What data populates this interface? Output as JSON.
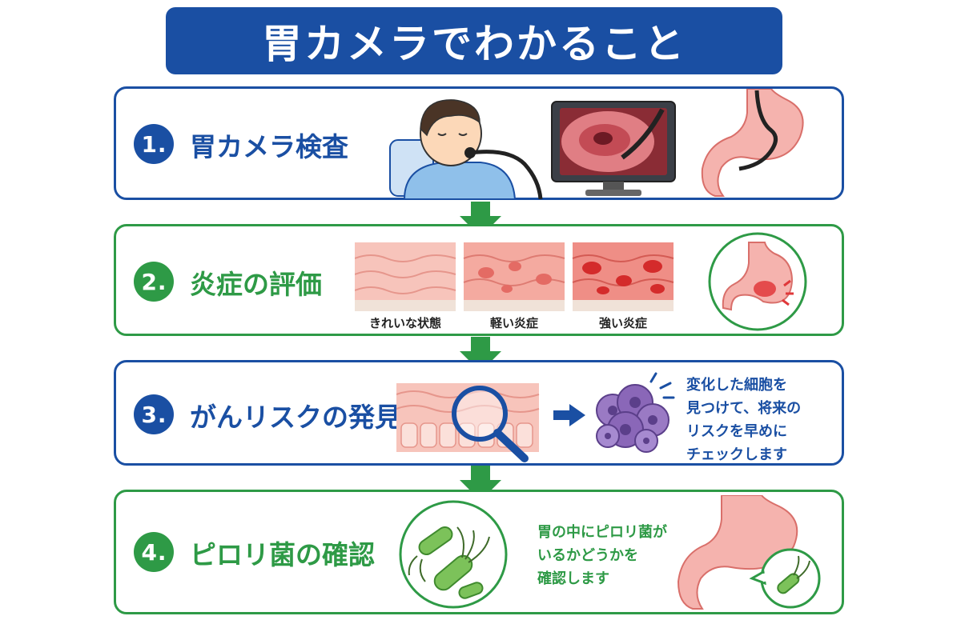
{
  "title": "胃カメラでわかること",
  "steps": [
    {
      "number": "1",
      "title": "胃カメラ検査",
      "theme": "#1a4fa3"
    },
    {
      "number": "2",
      "title": "炎症の評価",
      "theme": "#2e9a46",
      "panels": [
        "きれいな状態",
        "軽い炎症",
        "強い炎症"
      ]
    },
    {
      "number": "3",
      "title": "がんリスクの発見",
      "theme": "#1a4fa3",
      "description": [
        "変化した細胞を",
        "見つけて、将来の",
        "リスクを早めに",
        "チェックします"
      ]
    },
    {
      "number": "4",
      "title": "ピロリ菌の確認",
      "theme": "#2e9a46",
      "description": [
        "胃の中にピロリ菌が",
        "いるかどうかを",
        "確認します"
      ]
    }
  ],
  "icons": [
    "patient-icon",
    "endoscope-monitor-icon",
    "stomach-icon",
    "mucosa-panel-icon",
    "inflamed-stomach-icon",
    "magnifier-icon",
    "cancer-cell-icon",
    "bacteria-icon",
    "arrow-down-icon",
    "arrow-right-icon"
  ],
  "colors": {
    "blue": "#1a4fa3",
    "green": "#2e9a46",
    "stomach_pink": "#f2a0a0",
    "inflammation_red": "#e03b3b",
    "cell_purple": "#8a67b8",
    "bacteria_green": "#6cbf4f"
  }
}
